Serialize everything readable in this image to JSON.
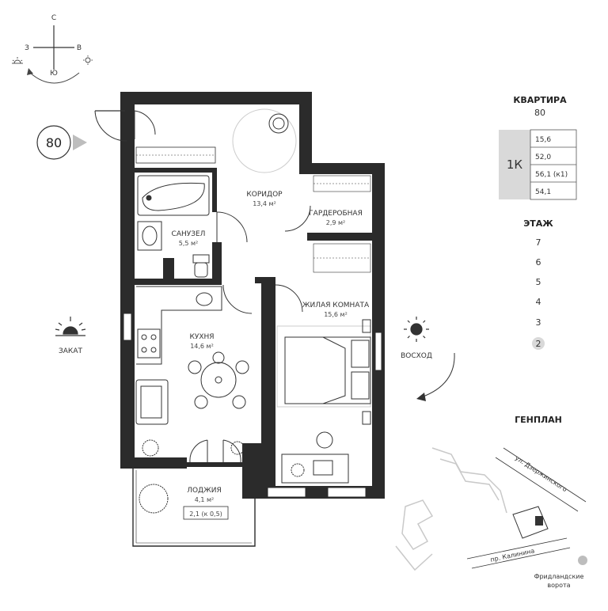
{
  "compass": {
    "n": "С",
    "w": "З",
    "e": "В",
    "s": "Ю"
  },
  "apartment_marker": "80",
  "apartment": {
    "heading": "КВАРТИРА",
    "number": "80",
    "type": "1К",
    "areas": [
      "15,6",
      "52,0",
      "56,1 (к1)",
      "54,1"
    ]
  },
  "floor": {
    "heading": "ЭТАЖ",
    "levels": [
      "7",
      "6",
      "5",
      "4",
      "3",
      "2"
    ],
    "current": "2"
  },
  "sun": {
    "sunset": "ЗАКАТ",
    "sunrise": "ВОСХОД"
  },
  "rooms": [
    {
      "name": "КОРИДОР",
      "area": "13,4 м²"
    },
    {
      "name": "ГАРДЕРОБНАЯ",
      "area": "2,9 м²"
    },
    {
      "name": "САНУЗЕЛ",
      "area": "5,5 м²"
    },
    {
      "name": "ЖИЛАЯ КОМНАТА",
      "area": "15,6 м²"
    },
    {
      "name": "КУХНЯ",
      "area": "14,6 м²"
    },
    {
      "name": "ЛОДЖИЯ",
      "area": "4,1 м²"
    }
  ],
  "loggia_note": "2,1 (к 0,5)",
  "genplan": {
    "heading": "ГЕНПЛАН",
    "street1": "ул. Дзержинского",
    "street2": "пр. Калинина",
    "landmark": "Фридландские ворота",
    "landmark_line1": "Фридландские",
    "landmark_line2": "ворота"
  },
  "colors": {
    "wall": "#2b2b2b",
    "accent_grey": "#bdbdbd",
    "type_box": "#d9d9d9",
    "map_line": "#c9c9c9"
  }
}
